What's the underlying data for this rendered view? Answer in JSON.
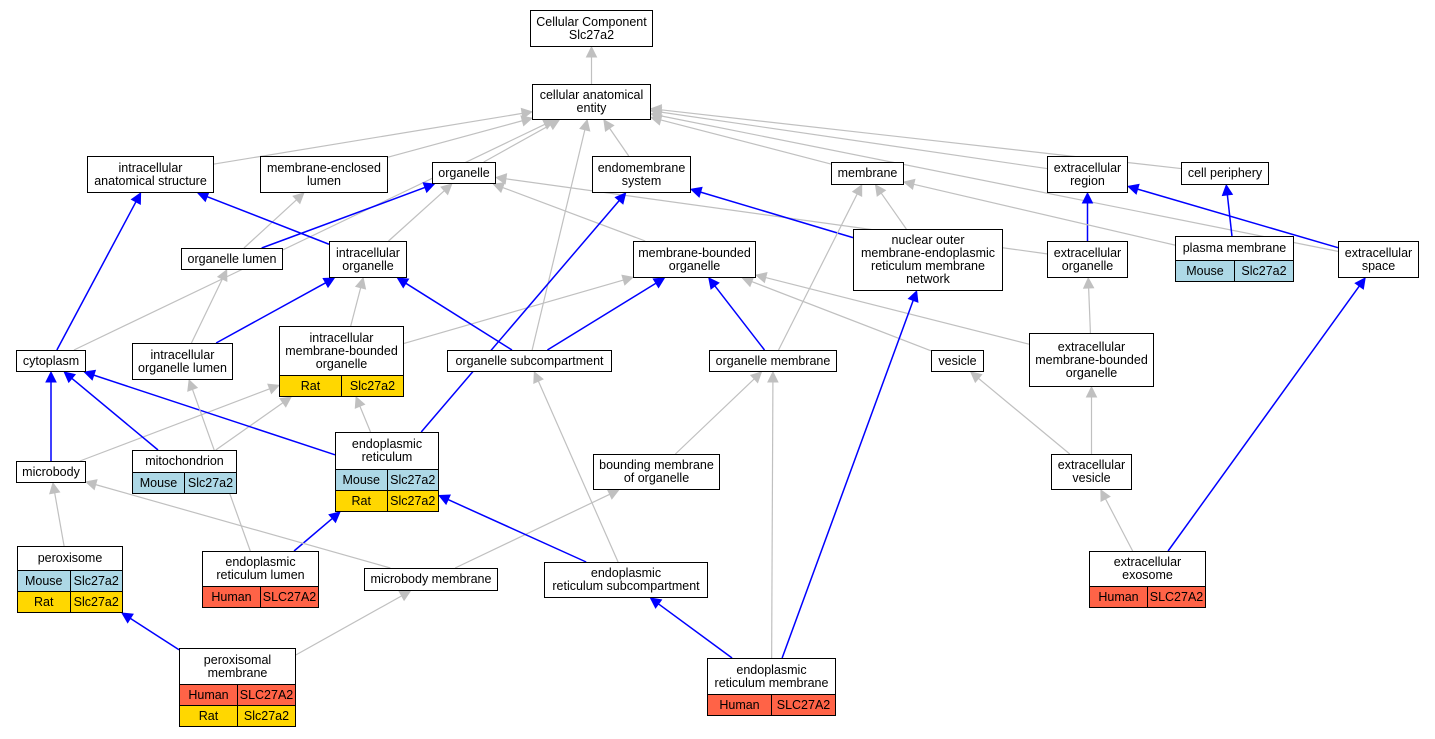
{
  "colors": {
    "is_a_edge": "#c0c0c0",
    "part_of_edge": "#0000ff",
    "mouse": "#add8e6",
    "rat": "#ffd700",
    "human": "#ff6347"
  },
  "nodes": {
    "cellular_component_root": {
      "title": "Cellular Component\nSlc27a2"
    },
    "cellular_anatomical_entity": {
      "title": "cellular anatomical\nentity"
    },
    "intracellular_anatomical_structure": {
      "title": "intracellular\nanatomical structure"
    },
    "membrane_enclosed_lumen": {
      "title": "membrane-enclosed\nlumen"
    },
    "organelle": {
      "title": "organelle"
    },
    "endomembrane_system": {
      "title": "endomembrane\nsystem"
    },
    "membrane": {
      "title": "membrane"
    },
    "extracellular_region": {
      "title": "extracellular\nregion"
    },
    "cell_periphery": {
      "title": "cell periphery"
    },
    "organelle_lumen": {
      "title": "organelle lumen"
    },
    "intracellular_organelle": {
      "title": "intracellular\norganelle"
    },
    "membrane_bounded_organelle": {
      "title": "membrane-bounded\norganelle"
    },
    "nuclear_outer_membrane_er_network": {
      "title": "nuclear outer\nmembrane-endoplasmic\nreticulum membrane\nnetwork"
    },
    "extracellular_organelle": {
      "title": "extracellular\norganelle"
    },
    "plasma_membrane": {
      "title": "plasma membrane",
      "rows": [
        {
          "species": "Mouse",
          "gene": "Slc27a2"
        }
      ]
    },
    "extracellular_space": {
      "title": "extracellular\nspace"
    },
    "cytoplasm": {
      "title": "cytoplasm"
    },
    "intracellular_organelle_lumen": {
      "title": "intracellular\norganelle lumen"
    },
    "intracellular_membrane_bounded_organelle": {
      "title": "intracellular\nmembrane-bounded\norganelle",
      "rows": [
        {
          "species": "Rat",
          "gene": "Slc27a2"
        }
      ]
    },
    "organelle_subcompartment": {
      "title": "organelle subcompartment"
    },
    "organelle_membrane": {
      "title": "organelle membrane"
    },
    "vesicle": {
      "title": "vesicle"
    },
    "extracellular_membrane_bounded_organelle": {
      "title": "extracellular\nmembrane-bounded\norganelle"
    },
    "microbody": {
      "title": "microbody"
    },
    "mitochondrion": {
      "title": "mitochondrion",
      "rows": [
        {
          "species": "Mouse",
          "gene": "Slc27a2"
        }
      ]
    },
    "endoplasmic_reticulum": {
      "title": "endoplasmic\nreticulum",
      "rows": [
        {
          "species": "Mouse",
          "gene": "Slc27a2"
        },
        {
          "species": "Rat",
          "gene": "Slc27a2"
        }
      ]
    },
    "bounding_membrane_of_organelle": {
      "title": "bounding membrane\nof organelle"
    },
    "extracellular_vesicle": {
      "title": "extracellular\nvesicle"
    },
    "peroxisome": {
      "title": "peroxisome",
      "rows": [
        {
          "species": "Mouse",
          "gene": "Slc27a2"
        },
        {
          "species": "Rat",
          "gene": "Slc27a2"
        }
      ]
    },
    "endoplasmic_reticulum_lumen": {
      "title": "endoplasmic\nreticulum lumen",
      "rows": [
        {
          "species": "Human",
          "gene": "SLC27A2"
        }
      ]
    },
    "microbody_membrane": {
      "title": "microbody membrane"
    },
    "endoplasmic_reticulum_subcompartment": {
      "title": "endoplasmic\nreticulum subcompartment"
    },
    "extracellular_exosome": {
      "title": "extracellular\nexosome",
      "rows": [
        {
          "species": "Human",
          "gene": "SLC27A2"
        }
      ]
    },
    "peroxisomal_membrane": {
      "title": "peroxisomal\nmembrane",
      "rows": [
        {
          "species": "Human",
          "gene": "SLC27A2"
        },
        {
          "species": "Rat",
          "gene": "Slc27a2"
        }
      ]
    },
    "endoplasmic_reticulum_membrane": {
      "title": "endoplasmic\nreticulum membrane",
      "rows": [
        {
          "species": "Human",
          "gene": "SLC27A2"
        }
      ]
    }
  },
  "edges": [
    {
      "from": "cellular_anatomical_entity",
      "to": "cellular_component_root",
      "type": "is_a"
    },
    {
      "from": "intracellular_anatomical_structure",
      "to": "cellular_anatomical_entity",
      "type": "is_a"
    },
    {
      "from": "membrane_enclosed_lumen",
      "to": "cellular_anatomical_entity",
      "type": "is_a"
    },
    {
      "from": "organelle",
      "to": "cellular_anatomical_entity",
      "type": "is_a"
    },
    {
      "from": "endomembrane_system",
      "to": "cellular_anatomical_entity",
      "type": "is_a"
    },
    {
      "from": "membrane",
      "to": "cellular_anatomical_entity",
      "type": "is_a"
    },
    {
      "from": "extracellular_region",
      "to": "cellular_anatomical_entity",
      "type": "is_a"
    },
    {
      "from": "cell_periphery",
      "to": "cellular_anatomical_entity",
      "type": "is_a"
    },
    {
      "from": "cytoplasm",
      "to": "cellular_anatomical_entity",
      "type": "is_a"
    },
    {
      "from": "extracellular_space",
      "to": "cellular_anatomical_entity",
      "type": "is_a"
    },
    {
      "from": "organelle_subcompartment",
      "to": "cellular_anatomical_entity",
      "type": "is_a"
    },
    {
      "from": "organelle_lumen",
      "to": "membrane_enclosed_lumen",
      "type": "is_a"
    },
    {
      "from": "organelle_lumen",
      "to": "organelle",
      "type": "part_of"
    },
    {
      "from": "intracellular_organelle",
      "to": "organelle",
      "type": "is_a"
    },
    {
      "from": "intracellular_organelle",
      "to": "intracellular_anatomical_structure",
      "type": "part_of"
    },
    {
      "from": "membrane_bounded_organelle",
      "to": "organelle",
      "type": "is_a"
    },
    {
      "from": "extracellular_organelle",
      "to": "organelle",
      "type": "is_a"
    },
    {
      "from": "extracellular_organelle",
      "to": "extracellular_region",
      "type": "part_of"
    },
    {
      "from": "nuclear_outer_membrane_er_network",
      "to": "membrane",
      "type": "is_a"
    },
    {
      "from": "nuclear_outer_membrane_er_network",
      "to": "endomembrane_system",
      "type": "part_of"
    },
    {
      "from": "plasma_membrane",
      "to": "membrane",
      "type": "is_a"
    },
    {
      "from": "plasma_membrane",
      "to": "cell_periphery",
      "type": "part_of"
    },
    {
      "from": "extracellular_space",
      "to": "extracellular_region",
      "type": "part_of"
    },
    {
      "from": "cytoplasm",
      "to": "intracellular_anatomical_structure",
      "type": "part_of"
    },
    {
      "from": "intracellular_organelle_lumen",
      "to": "organelle_lumen",
      "type": "is_a"
    },
    {
      "from": "intracellular_organelle_lumen",
      "to": "intracellular_organelle",
      "type": "part_of"
    },
    {
      "from": "intracellular_membrane_bounded_organelle",
      "to": "intracellular_organelle",
      "type": "is_a"
    },
    {
      "from": "intracellular_membrane_bounded_organelle",
      "to": "membrane_bounded_organelle",
      "type": "is_a"
    },
    {
      "from": "organelle_subcompartment",
      "to": "intracellular_organelle",
      "type": "part_of"
    },
    {
      "from": "organelle_subcompartment",
      "to": "membrane_bounded_organelle",
      "type": "part_of"
    },
    {
      "from": "organelle_membrane",
      "to": "membrane",
      "type": "is_a"
    },
    {
      "from": "organelle_membrane",
      "to": "membrane_bounded_organelle",
      "type": "part_of"
    },
    {
      "from": "vesicle",
      "to": "membrane_bounded_organelle",
      "type": "is_a"
    },
    {
      "from": "extracellular_membrane_bounded_organelle",
      "to": "membrane_bounded_organelle",
      "type": "is_a"
    },
    {
      "from": "extracellular_membrane_bounded_organelle",
      "to": "extracellular_organelle",
      "type": "is_a"
    },
    {
      "from": "microbody",
      "to": "intracellular_membrane_bounded_organelle",
      "type": "is_a"
    },
    {
      "from": "microbody",
      "to": "cytoplasm",
      "type": "part_of"
    },
    {
      "from": "mitochondrion",
      "to": "intracellular_membrane_bounded_organelle",
      "type": "is_a"
    },
    {
      "from": "mitochondrion",
      "to": "cytoplasm",
      "type": "part_of"
    },
    {
      "from": "endoplasmic_reticulum",
      "to": "intracellular_membrane_bounded_organelle",
      "type": "is_a"
    },
    {
      "from": "endoplasmic_reticulum",
      "to": "cytoplasm",
      "type": "part_of"
    },
    {
      "from": "endoplasmic_reticulum",
      "to": "endomembrane_system",
      "type": "part_of"
    },
    {
      "from": "bounding_membrane_of_organelle",
      "to": "organelle_membrane",
      "type": "is_a"
    },
    {
      "from": "extracellular_vesicle",
      "to": "vesicle",
      "type": "is_a"
    },
    {
      "from": "extracellular_vesicle",
      "to": "extracellular_membrane_bounded_organelle",
      "type": "is_a"
    },
    {
      "from": "peroxisome",
      "to": "microbody",
      "type": "is_a"
    },
    {
      "from": "endoplasmic_reticulum_lumen",
      "to": "intracellular_organelle_lumen",
      "type": "is_a"
    },
    {
      "from": "endoplasmic_reticulum_lumen",
      "to": "endoplasmic_reticulum",
      "type": "part_of"
    },
    {
      "from": "microbody_membrane",
      "to": "bounding_membrane_of_organelle",
      "type": "is_a"
    },
    {
      "from": "microbody_membrane",
      "to": "microbody",
      "type": "is_a"
    },
    {
      "from": "endoplasmic_reticulum_subcompartment",
      "to": "organelle_subcompartment",
      "type": "is_a"
    },
    {
      "from": "endoplasmic_reticulum_subcompartment",
      "to": "endoplasmic_reticulum",
      "type": "part_of"
    },
    {
      "from": "extracellular_exosome",
      "to": "extracellular_vesicle",
      "type": "is_a"
    },
    {
      "from": "extracellular_exosome",
      "to": "extracellular_space",
      "type": "part_of"
    },
    {
      "from": "peroxisomal_membrane",
      "to": "microbody_membrane",
      "type": "is_a"
    },
    {
      "from": "peroxisomal_membrane",
      "to": "peroxisome",
      "type": "part_of"
    },
    {
      "from": "endoplasmic_reticulum_membrane",
      "to": "organelle_membrane",
      "type": "is_a"
    },
    {
      "from": "endoplasmic_reticulum_membrane",
      "to": "endoplasmic_reticulum_subcompartment",
      "type": "part_of"
    },
    {
      "from": "endoplasmic_reticulum_membrane",
      "to": "nuclear_outer_membrane_er_network",
      "type": "part_of"
    }
  ]
}
